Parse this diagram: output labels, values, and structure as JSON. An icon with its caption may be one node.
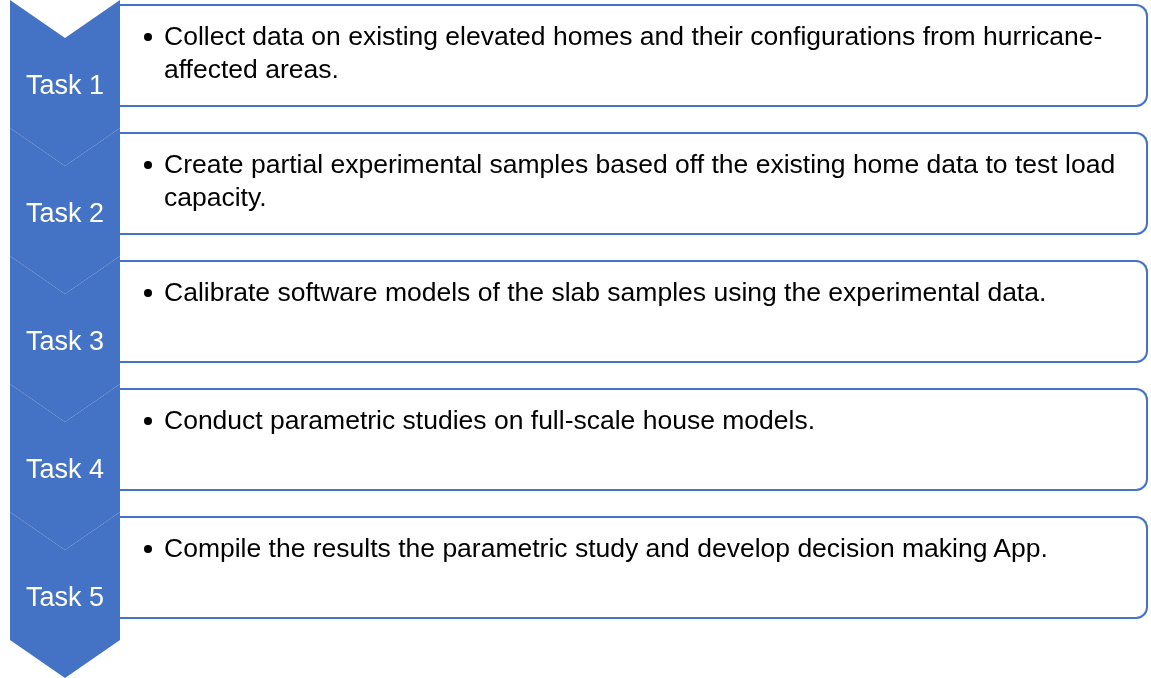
{
  "diagram": {
    "nodes": [
      {
        "text": [
          "Task 1"
        ]
      },
      {
        "text": [
          "Collect data on existing elevated homes and their configurations from hurricane-affected areas."
        ]
      },
      {
        "text": [
          "Task 2"
        ]
      },
      {
        "text": [
          "Create partial experimental samples based off the existing home data to test load capacity."
        ]
      },
      {
        "text": [
          "Task 3"
        ]
      },
      {
        "text": [
          "Calibrate software models of the slab samples using the experimental data."
        ]
      },
      {
        "text": [
          "Task 4"
        ]
      },
      {
        "text": [
          "Conduct parametric studies on full-scale house models."
        ]
      },
      {
        "text": [
          "Task 5"
        ]
      },
      {
        "text": [
          "Compile the results the parametric study and develop decision making App."
        ]
      }
    ]
  }
}
